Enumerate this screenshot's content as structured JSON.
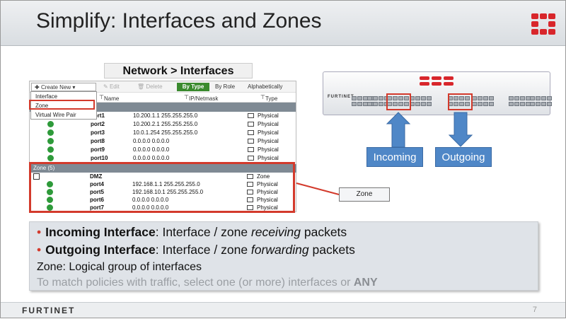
{
  "slide": {
    "title": "Simplify: Interfaces and Zones",
    "page_number": "7",
    "footer_logo": "FURTINET",
    "brand_color": "#d8262b"
  },
  "panel": {
    "label": "Network > Interfaces"
  },
  "toolbar": {
    "create_new": "Create New",
    "edit": "Edit",
    "delete": "Delete",
    "by_type": "By Type",
    "by_role": "By Role",
    "alphabetically": "Alphabetically"
  },
  "dropdown": {
    "items": [
      "Interface",
      "Zone",
      "Virtual Wire Pair"
    ]
  },
  "table": {
    "columns": {
      "name": "Name",
      "ip": "IP/Netmask",
      "type": "Type"
    },
    "physical_rows": [
      {
        "name": "port1",
        "ip": "10.200.1.1 255.255.255.0",
        "type": "Physical"
      },
      {
        "name": "port2",
        "ip": "10.200.2.1 255.255.255.0",
        "type": "Physical"
      },
      {
        "name": "port3",
        "ip": "10.0.1.254 255.255.255.0",
        "type": "Physical"
      },
      {
        "name": "port8",
        "ip": "0.0.0.0 0.0.0.0",
        "type": "Physical"
      },
      {
        "name": "port9",
        "ip": "0.0.0.0 0.0.0.0",
        "type": "Physical"
      },
      {
        "name": "port10",
        "ip": "0.0.0.0 0.0.0.0",
        "type": "Physical"
      }
    ],
    "zone_header": "Zone (5)",
    "zone_rows": [
      {
        "name": "DMZ",
        "ip": "",
        "type": "Zone"
      },
      {
        "name": "port4",
        "ip": "192.168.1.1 255.255.255.0",
        "type": "Physical"
      },
      {
        "name": "port5",
        "ip": "192.168.10.1 255.255.255.0",
        "type": "Physical"
      },
      {
        "name": "port6",
        "ip": "0.0.0.0 0.0.0.0",
        "type": "Physical"
      },
      {
        "name": "port7",
        "ip": "0.0.0.0 0.0.0.0",
        "type": "Physical"
      }
    ]
  },
  "device": {
    "brand": "FURTINET",
    "incoming_label": "Incoming",
    "outgoing_label": "Outgoing"
  },
  "callout": {
    "zone": "Zone"
  },
  "bullets": {
    "b1_bold": "Incoming Interface",
    "b1_rest": ": Interface / zone ",
    "b1_em": "receiving",
    "b1_tail": " packets",
    "b2_bold": "Outgoing Interface",
    "b2_rest": ": Interface / zone ",
    "b2_em": "forwarding",
    "b2_tail": " packets",
    "b3": "Zone: Logical group of interfaces",
    "b4_text": "To match policies with traffic, select one (or more) interfaces or ",
    "b4_bold": "ANY"
  }
}
